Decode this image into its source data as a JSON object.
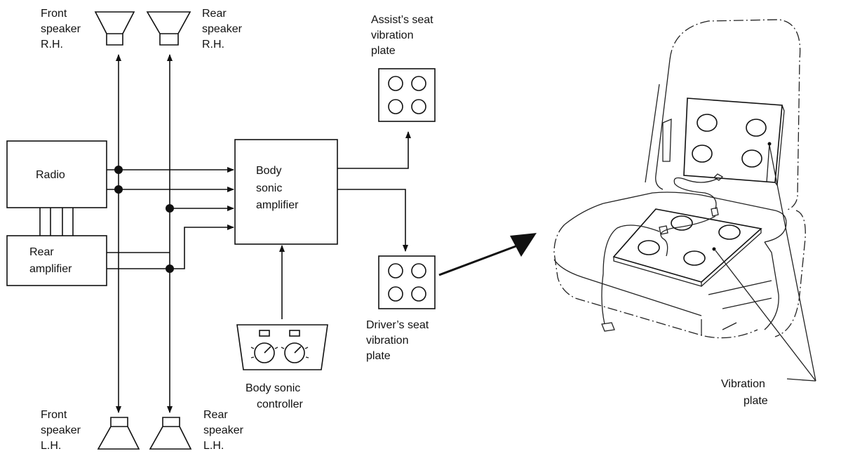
{
  "labels": {
    "front_speaker_rh": [
      "Front",
      "speaker",
      "R.H."
    ],
    "rear_speaker_rh": [
      "Rear",
      "speaker",
      "R.H."
    ],
    "front_speaker_lh": [
      "Front",
      "speaker",
      "L.H."
    ],
    "rear_speaker_lh": [
      "Rear",
      "speaker",
      "L.H."
    ],
    "radio": "Radio",
    "rear_amplifier": [
      "Rear",
      "amplifier"
    ],
    "body_sonic_amplifier": [
      "Body",
      "sonic",
      "amplifier"
    ],
    "body_sonic_controller": [
      "Body sonic",
      "controller"
    ],
    "assist_seat_plate": [
      "Assist’s seat",
      "vibration",
      "plate"
    ],
    "driver_seat_plate": [
      "Driver’s seat",
      "vibration",
      "plate"
    ],
    "vibration_plate": [
      "Vibration",
      "plate"
    ]
  }
}
